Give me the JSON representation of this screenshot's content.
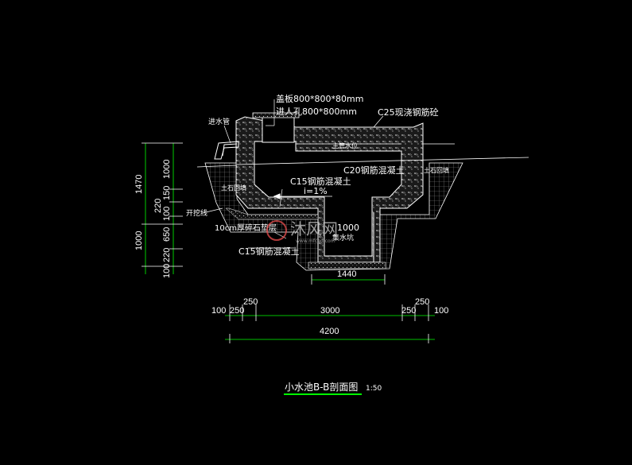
{
  "colors": {
    "background": "#000000",
    "line": "#ffffff",
    "dimension": "#00ff00",
    "hatch": "#9a9a9a",
    "title_underline": "#00ff00"
  },
  "title": {
    "name": "小水池B-B剖面图",
    "scale": "1:50"
  },
  "annotations": {
    "cover": "盖板800*800*80mm",
    "manhole": "进人孔800*800mm",
    "c25": "C25现浇钢筋砼",
    "inlet": "进水管",
    "top_bar": "主管水位",
    "c20": "C20钢筋混凝土",
    "soil_right": "土石回填",
    "soil_left": "土石回填",
    "c15_top": "C15钢筋混凝土",
    "slope": "i=1%",
    "excavation": "开挖线",
    "gravel": "10cm厚碎石垫层",
    "value_1000": "1000",
    "sump": "集水坑",
    "c15_bottom": "C15钢筋混凝土",
    "watermark": "沐风网",
    "watermark_url": "www.mfcad.com"
  },
  "dimensions": {
    "vertical_total": [
      "1470",
      "1000",
      "100"
    ],
    "vertical_detail": [
      "1000",
      "150",
      "220",
      "100",
      "650",
      "220"
    ],
    "sump_width": "1440",
    "h_row1": [
      "100",
      "250",
      "250",
      "3000",
      "250",
      "250",
      "100"
    ],
    "h_total": "4200"
  }
}
